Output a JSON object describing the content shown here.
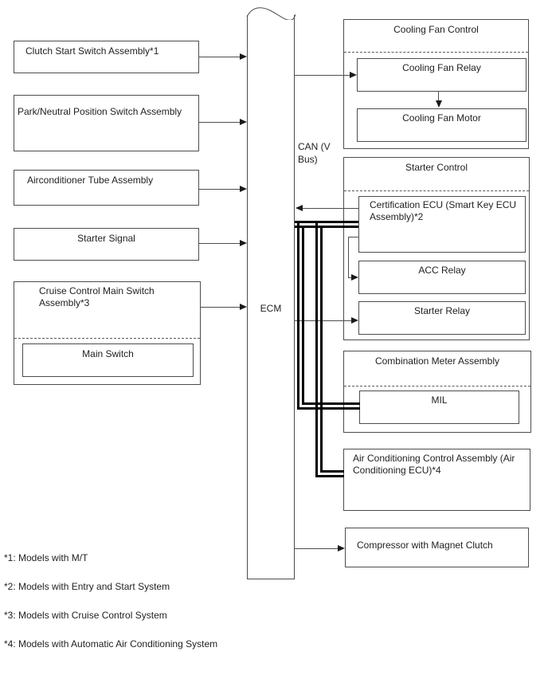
{
  "ecm": {
    "label": "ECM"
  },
  "can_bus": {
    "label": "CAN (V\nBus)"
  },
  "left_boxes": {
    "clutch": "Clutch Start Switch Assembly*1",
    "park_neutral": "Park/Neutral Position Switch Assembly",
    "aircon_tube": "Airconditioner Tube Assembly",
    "starter_signal": "Starter Signal",
    "cruise": "Cruise Control Main Switch\nAssembly*3",
    "main_switch": "Main Switch"
  },
  "right_boxes": {
    "cooling_title": "Cooling Fan Control",
    "cooling_relay": "Cooling Fan Relay",
    "cooling_motor": "Cooling Fan Motor",
    "starter_title": "Starter Control",
    "certification": "Certification ECU (Smart Key ECU\nAssembly)*2",
    "acc_relay": "ACC Relay",
    "starter_relay": "Starter Relay",
    "combination_title": "Combination Meter Assembly",
    "mil": "MIL",
    "aircon_ecu": "Air Conditioning Control Assembly (Air\nConditioning ECU)*4",
    "compressor": "Compressor with Magnet Clutch"
  },
  "footnotes": [
    "*1: Models with M/T",
    "*2: Models with Entry and Start System",
    "*3: Models with Cruise Control System",
    "*4: Models with Automatic Air Conditioning System"
  ]
}
